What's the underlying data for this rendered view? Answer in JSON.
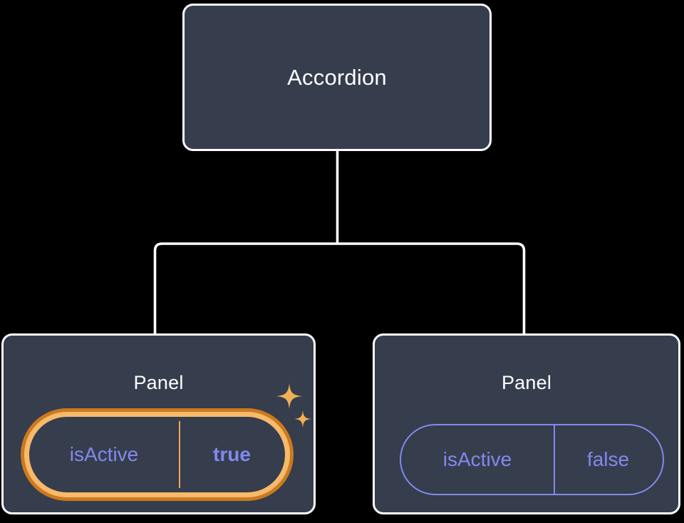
{
  "diagram": {
    "type": "component-tree",
    "background_color": "#000000",
    "node_fill": "#363d4d",
    "node_border_color": "#fdfdfe",
    "connector_color": "#ffffff",
    "accent_prop_color": "#8289ed",
    "highlight_color_outer": "#cc7a1f",
    "highlight_color_inner": "#f7b96a",
    "sparkle_color": "#f0b055",
    "root": {
      "label": "Accordion"
    },
    "children": [
      {
        "label": "Panel",
        "highlighted": true,
        "prop": {
          "key": "isActive",
          "value": "true",
          "value_bold": true
        },
        "sparkles": [
          "sparkle-large-icon",
          "sparkle-small-icon"
        ]
      },
      {
        "label": "Panel",
        "highlighted": false,
        "prop": {
          "key": "isActive",
          "value": "false",
          "value_bold": false
        }
      }
    ]
  }
}
